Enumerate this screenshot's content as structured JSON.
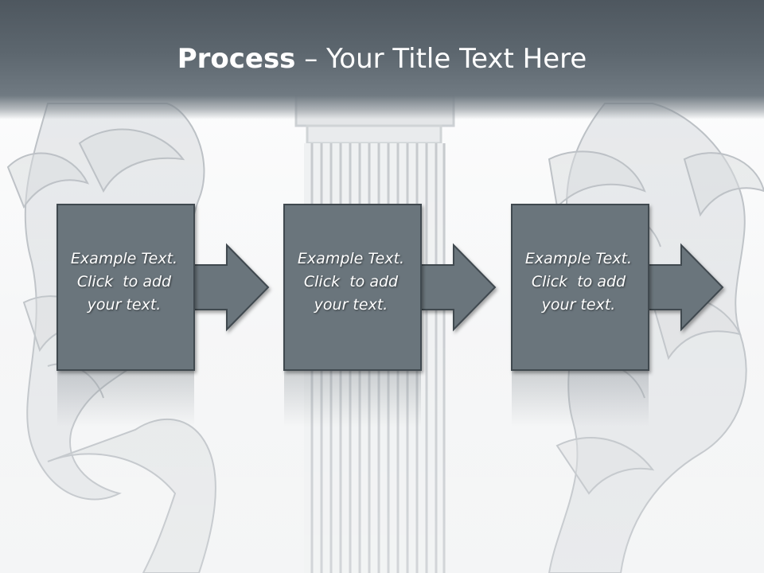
{
  "title": {
    "bold": "Process",
    "rest": " – Your Title Text Here"
  },
  "steps": [
    {
      "line1": "Example Text.",
      "line2": "Click  to add",
      "line3": "your text."
    },
    {
      "line1": "Example Text.",
      "line2": "Click  to add",
      "line3": "your text."
    },
    {
      "line1": "Example Text.",
      "line2": "Click  to add",
      "line3": "your text."
    }
  ],
  "colors": {
    "title_bar": "#5d676f",
    "box_fill": "#6a747b",
    "box_border": "#3f4850",
    "ornament": "#b7bcc1",
    "column": "#c4c8cc"
  }
}
